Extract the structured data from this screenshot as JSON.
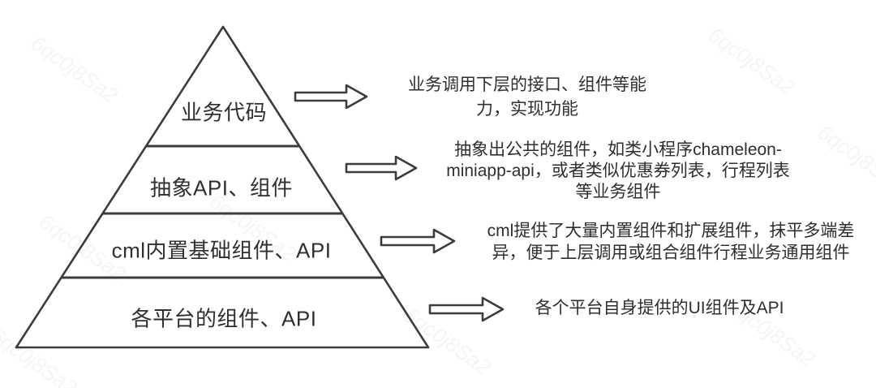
{
  "diagram": {
    "layers": [
      {
        "label": "业务代码"
      },
      {
        "label": "抽象API、组件"
      },
      {
        "label": "cml内置基础组件、API"
      },
      {
        "label": "各平台的组件、API"
      }
    ],
    "descriptions": [
      {
        "lines": [
          "业务调用下层的接口、组件等能",
          "力，实现功能"
        ]
      },
      {
        "lines": [
          "抽象出公共的组件，如类小程序chameleon-",
          "miniapp-api，或者类似优惠券列表，行程列表",
          "等业务组件"
        ]
      },
      {
        "lines": [
          "cml提供了大量内置组件和扩展组件，抹平多端差",
          "异，便于上层调用或组合组件行程业务通用组件"
        ]
      },
      {
        "lines": [
          "各个平台自身提供的UI组件及API"
        ]
      }
    ]
  },
  "watermark": {
    "text": "6qc0j8Sa2"
  },
  "colors": {
    "background": "#ffffff",
    "line": "#3c3c3c",
    "text": "#2f2f2f",
    "shape_fill": "#ffffff"
  }
}
